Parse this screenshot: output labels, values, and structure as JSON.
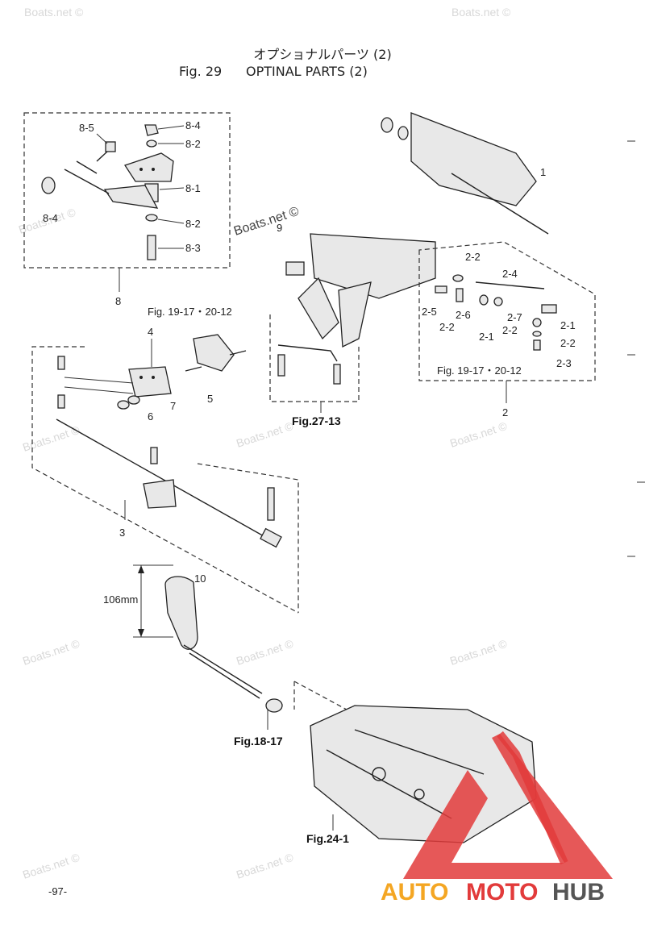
{
  "title": {
    "japanese": "オプショナルパーツ (2)",
    "fig_number": "Fig. 29",
    "english": "OPTINAL PARTS (2)"
  },
  "callouts": {
    "p8_5": "8-5",
    "p8_4a": "8-4",
    "p8_2a": "8-2",
    "p8_1": "8-1",
    "p8_4b": "8-4",
    "p8_2b": "8-2",
    "p8_3": "8-3",
    "p8": "8",
    "p1": "1",
    "p9": "9",
    "p2_2a": "2-2",
    "p2_4": "2-4",
    "p2_5": "2-5",
    "p2_6": "2-6",
    "p2_2b": "2-2",
    "p2_7": "2-7",
    "p2_1a": "2-1",
    "p2_2c": "2-2",
    "p2_1b": "2-1",
    "p2_2d": "2-2",
    "p2_3": "2-3",
    "p2": "2",
    "p4": "4",
    "p5": "5",
    "p6": "6",
    "p7": "7",
    "p3": "3",
    "p10": "10"
  },
  "references": {
    "fig_19_17_a": "Fig. 19-17・20-12",
    "fig_19_17_b": "Fig. 19-17・20-12",
    "fig_27_13": "Fig.27-13",
    "fig_18_17": "Fig.18-17",
    "fig_24_1": "Fig.24-1"
  },
  "dimension": {
    "label": "106mm"
  },
  "page_number": "-97-",
  "watermarks": {
    "text": "Boats.net ©",
    "main": "Boats.net ©"
  },
  "logo": {
    "auto": "AUTO",
    "moto": "MOTO",
    "hub": "HUB",
    "color_red": "#e23b3b",
    "color_orange": "#f4a623",
    "color_dark": "#555555"
  }
}
